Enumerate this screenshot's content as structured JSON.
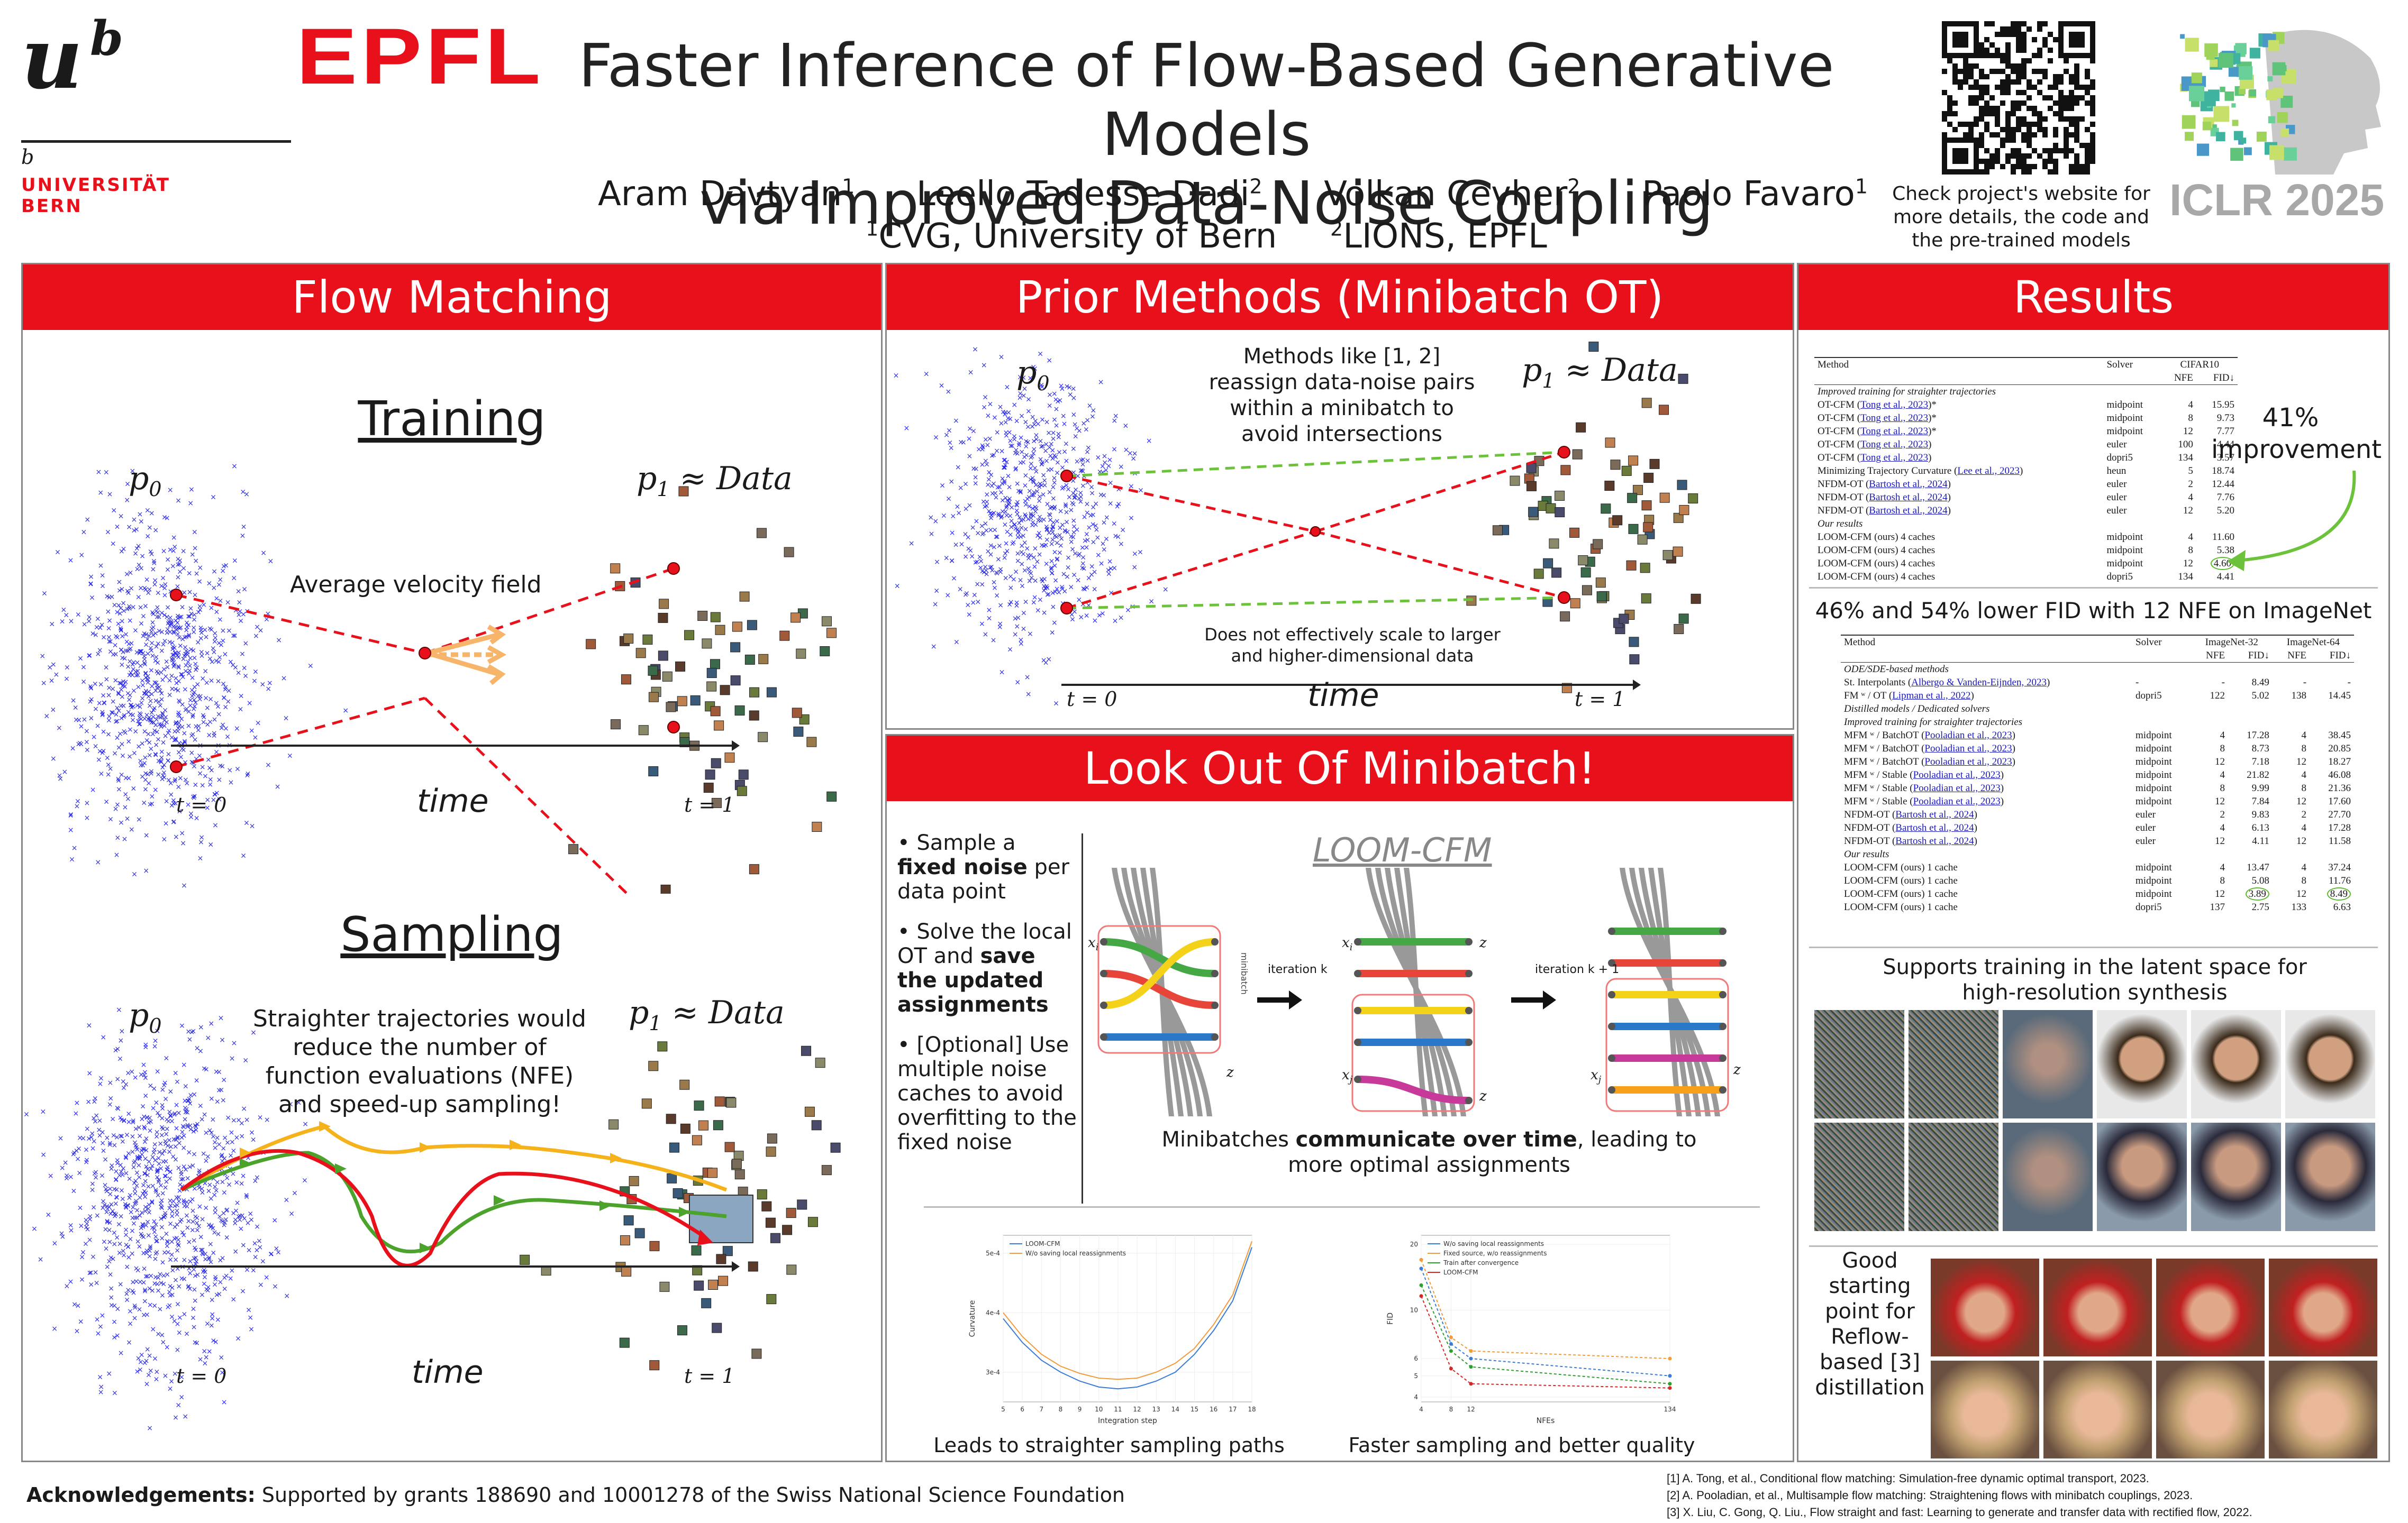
{
  "header": {
    "unibe_letter": "u",
    "unibe_super": "b",
    "unibe_small_b": "b",
    "unibe_name": "UNIVERSITÄT\nBERN",
    "epfl": "EPFL",
    "title_line1": "Faster Inference of Flow-Based Generative Models",
    "title_line2": "via Improved Data-Noise Coupling",
    "authors": [
      {
        "name": "Aram Davtyan",
        "sup": "1"
      },
      {
        "name": "Leello Tadesse Dadi",
        "sup": "2"
      },
      {
        "name": "Volkan Cevher",
        "sup": "2"
      },
      {
        "name": "Paolo Favaro",
        "sup": "1"
      }
    ],
    "affil1_sup": "1",
    "affil1": "CVG, University of Bern",
    "affil2_sup": "2",
    "affil2": "LIONS, EPFL",
    "qr_caption": "Check project's website for more details, the code and the pre-trained models",
    "iclr": "ICLR 2025"
  },
  "flow": {
    "heading": "Flow Matching",
    "training": "Training",
    "sampling": "Sampling",
    "p0": "p",
    "p0_sub": "0",
    "p1_a": "p",
    "p1_sub": "1",
    "p1_b": " ≈ Data",
    "avg_velocity": "Average velocity field",
    "straighter": "Straighter trajectories would reduce the number of function evaluations (NFE) and speed-up sampling!",
    "t0": "t = 0",
    "t1": "t = 1",
    "time": "time"
  },
  "prior": {
    "heading": "Prior Methods (Minibatch OT)",
    "note": "Methods like [1, 2] reassign data-noise pairs within a minibatch to avoid intersections",
    "scale": "Does not effectively scale to larger and higher-dimensional data"
  },
  "loom": {
    "heading": "Look Out Of Minibatch!",
    "b1_pre": "Sample a ",
    "b1_bold": "fixed noise",
    "b1_post": " per data point",
    "b2_pre": "Solve the local OT and ",
    "b2_bold": "save the updated assignments",
    "b3": "[Optional] Use multiple noise caches to avoid overfitting to the fixed noise",
    "name": "LOOM-CFM",
    "iter_k": "iteration k",
    "iter_k1": "iteration k + 1",
    "xi": "x",
    "xi_sub": "i",
    "xj": "x",
    "xj_sub": "j",
    "z_label": "z",
    "minibatch_label": "minibatch",
    "comm_pre": "Minibatches ",
    "comm_bold": "communicate over time",
    "comm_post": ", leading to more optimal assignments",
    "cap_left": "Leads to straighter sampling paths",
    "cap_right": "Faster sampling and better quality"
  },
  "results": {
    "heading": "Results",
    "improvement": "41% improvement",
    "imagenet_title": "46% and 54% lower FID with 12 NFE on ImageNet",
    "latent": "Supports training in the latent space for high-resolution synthesis",
    "reflow": "Good starting point for Reflow-based [3] distillation"
  },
  "cifar_table": {
    "head": [
      "Method",
      "Solver",
      "CIFAR10",
      "NFE",
      "FID↓"
    ],
    "groups": [
      {
        "label": "Improved training for straighter trajectories",
        "rows": [
          [
            "OT-CFM (",
            "Tong et al., 2023",
            ")*",
            "midpoint",
            "4",
            "15.95"
          ],
          [
            "OT-CFM (",
            "Tong et al., 2023",
            ")*",
            "midpoint",
            "8",
            "9.73"
          ],
          [
            "OT-CFM (",
            "Tong et al., 2023",
            ")*",
            "midpoint",
            "12",
            "7.77"
          ],
          [
            "OT-CFM (",
            "Tong et al., 2023",
            ")",
            "euler",
            "100",
            "4.44"
          ],
          [
            "OT-CFM (",
            "Tong et al., 2023",
            ")",
            "dopri5",
            "134",
            "3.57"
          ],
          [
            "Minimizing Trajectory Curvature (",
            "Lee et al., 2023",
            ")",
            "heun",
            "5",
            "18.74"
          ],
          [
            "NFDM-OT (",
            "Bartosh et al., 2024",
            ")",
            "euler",
            "2",
            "12.44"
          ],
          [
            "NFDM-OT (",
            "Bartosh et al., 2024",
            ")",
            "euler",
            "4",
            "7.76"
          ],
          [
            "NFDM-OT (",
            "Bartosh et al., 2024",
            ")",
            "euler",
            "12",
            "5.20"
          ]
        ]
      },
      {
        "label": "Our results",
        "rows": [
          [
            "LOOM-CFM (ours) 4 caches",
            "",
            "",
            "midpoint",
            "4",
            "11.60"
          ],
          [
            "LOOM-CFM (ours) 4 caches",
            "",
            "",
            "midpoint",
            "8",
            "5.38"
          ],
          [
            "LOOM-CFM (ours) 4 caches",
            "",
            "",
            "midpoint",
            "12",
            "4.60"
          ],
          [
            "LOOM-CFM (ours) 4 caches",
            "",
            "",
            "dopri5",
            "134",
            "4.41"
          ]
        ]
      }
    ]
  },
  "imagenet_table": {
    "head": [
      "Method",
      "Solver",
      "ImageNet-32",
      "ImageNet-64",
      "NFE",
      "FID↓",
      "NFE",
      "FID↓"
    ],
    "groups": [
      {
        "label": "ODE/SDE-based methods",
        "rows": [
          [
            "St. Interpolants (",
            "Albergo & Vanden-Eijnden, 2023",
            ")",
            "-",
            "-",
            "8.49",
            "-",
            "-"
          ],
          [
            "FM ʷ / OT (",
            "Lipman et al., 2022",
            ")",
            "dopri5",
            "122",
            "5.02",
            "138",
            "14.45"
          ]
        ]
      },
      {
        "label": "Distilled models / Dedicated solvers",
        "rows": [
          [
            "",
            "",
            "",
            "",
            "",
            "",
            "",
            ""
          ]
        ]
      },
      {
        "label": "Improved training for straighter trajectories",
        "rows": [
          [
            "MFM ʷ / BatchOT (",
            "Pooladian et al., 2023",
            ")",
            "midpoint",
            "4",
            "17.28",
            "4",
            "38.45"
          ],
          [
            "MFM ʷ / BatchOT (",
            "Pooladian et al., 2023",
            ")",
            "midpoint",
            "8",
            "8.73",
            "8",
            "20.85"
          ],
          [
            "MFM ʷ / BatchOT (",
            "Pooladian et al., 2023",
            ")",
            "midpoint",
            "12",
            "7.18",
            "12",
            "18.27"
          ],
          [
            "MFM ʷ / Stable (",
            "Pooladian et al., 2023",
            ")",
            "midpoint",
            "4",
            "21.82",
            "4",
            "46.08"
          ],
          [
            "MFM ʷ / Stable (",
            "Pooladian et al., 2023",
            ")",
            "midpoint",
            "8",
            "9.99",
            "8",
            "21.36"
          ],
          [
            "MFM ʷ / Stable (",
            "Pooladian et al., 2023",
            ")",
            "midpoint",
            "12",
            "7.84",
            "12",
            "17.60"
          ],
          [
            "NFDM-OT (",
            "Bartosh et al., 2024",
            ")",
            "euler",
            "2",
            "9.83",
            "2",
            "27.70"
          ],
          [
            "NFDM-OT (",
            "Bartosh et al., 2024",
            ")",
            "euler",
            "4",
            "6.13",
            "4",
            "17.28"
          ],
          [
            "NFDM-OT (",
            "Bartosh et al., 2024",
            ")",
            "euler",
            "12",
            "4.11",
            "12",
            "11.58"
          ]
        ]
      },
      {
        "label": "Our results",
        "rows": [
          [
            "LOOM-CFM (ours) 1 cache",
            "",
            "",
            "midpoint",
            "4",
            "13.47",
            "4",
            "37.24"
          ],
          [
            "LOOM-CFM (ours) 1 cache",
            "",
            "",
            "midpoint",
            "8",
            "5.08",
            "8",
            "11.76"
          ],
          [
            "LOOM-CFM (ours) 1 cache",
            "",
            "",
            "midpoint",
            "12",
            "3.89",
            "12",
            "8.49"
          ],
          [
            "LOOM-CFM (ours) 1 cache",
            "",
            "",
            "dopri5",
            "137",
            "2.75",
            "133",
            "6.63"
          ]
        ]
      }
    ]
  },
  "footer": {
    "ack_label": "Acknowledgements:",
    "ack_text": " Supported by grants 188690 and 10001278 of the Swiss National Science Foundation",
    "refs": [
      "[1] A. Tong, et al., Conditional flow matching: Simulation-free dynamic optimal transport, 2023.",
      "[2] A. Pooladian, et al., Multisample flow matching: Straightening flows with minibatch couplings, 2023.",
      "[3] X. Liu, C. Gong, Q. Liu., Flow straight and fast: Learning to generate and transfer data with rectified flow, 2022."
    ]
  },
  "chart_data": [
    {
      "type": "line",
      "title": "",
      "xlabel": "Integration step",
      "ylabel": "Curvature",
      "x": [
        5,
        6,
        7,
        8,
        9,
        10,
        11,
        12,
        13,
        14,
        15,
        16,
        17,
        18
      ],
      "yticks": [
        "3e-4",
        "4e-4",
        "5e-4"
      ],
      "ylim": [
        0.00025,
        0.00053
      ],
      "series": [
        {
          "name": "LOOM-CFM",
          "color": "#3a7bd5",
          "values": [
            0.00039,
            0.00035,
            0.00032,
            0.0003,
            0.000285,
            0.000275,
            0.000272,
            0.000275,
            0.000285,
            0.0003,
            0.00033,
            0.00037,
            0.00042,
            0.00051
          ]
        },
        {
          "name": "W/o saving local reassignments",
          "color": "#f39a3a",
          "values": [
            0.0004,
            0.00036,
            0.00033,
            0.00031,
            0.000298,
            0.00029,
            0.000288,
            0.00029,
            0.0003,
            0.000315,
            0.00034,
            0.00038,
            0.00043,
            0.00052
          ]
        }
      ]
    },
    {
      "type": "line",
      "title": "",
      "xlabel": "NFEs",
      "ylabel": "FID",
      "x": [
        4,
        8,
        12,
        134
      ],
      "xticks": [
        "4",
        "8",
        "12",
        "134"
      ],
      "yticks": [
        "4",
        "5",
        "6",
        "10",
        "20"
      ],
      "series": [
        {
          "name": "W/o saving local reassignments",
          "color": "#3a7bd5",
          "values": [
            15.5,
            7.0,
            6.0,
            5.0
          ]
        },
        {
          "name": "Fixed source, w/o reassignments",
          "color": "#f39a3a",
          "values": [
            17.0,
            7.5,
            6.5,
            6.0
          ]
        },
        {
          "name": "Train after convergence",
          "color": "#2ca02c",
          "values": [
            13.0,
            6.5,
            5.5,
            4.6
          ]
        },
        {
          "name": "LOOM-CFM",
          "color": "#d62728",
          "values": [
            11.6,
            5.4,
            4.6,
            4.4
          ]
        }
      ]
    }
  ]
}
